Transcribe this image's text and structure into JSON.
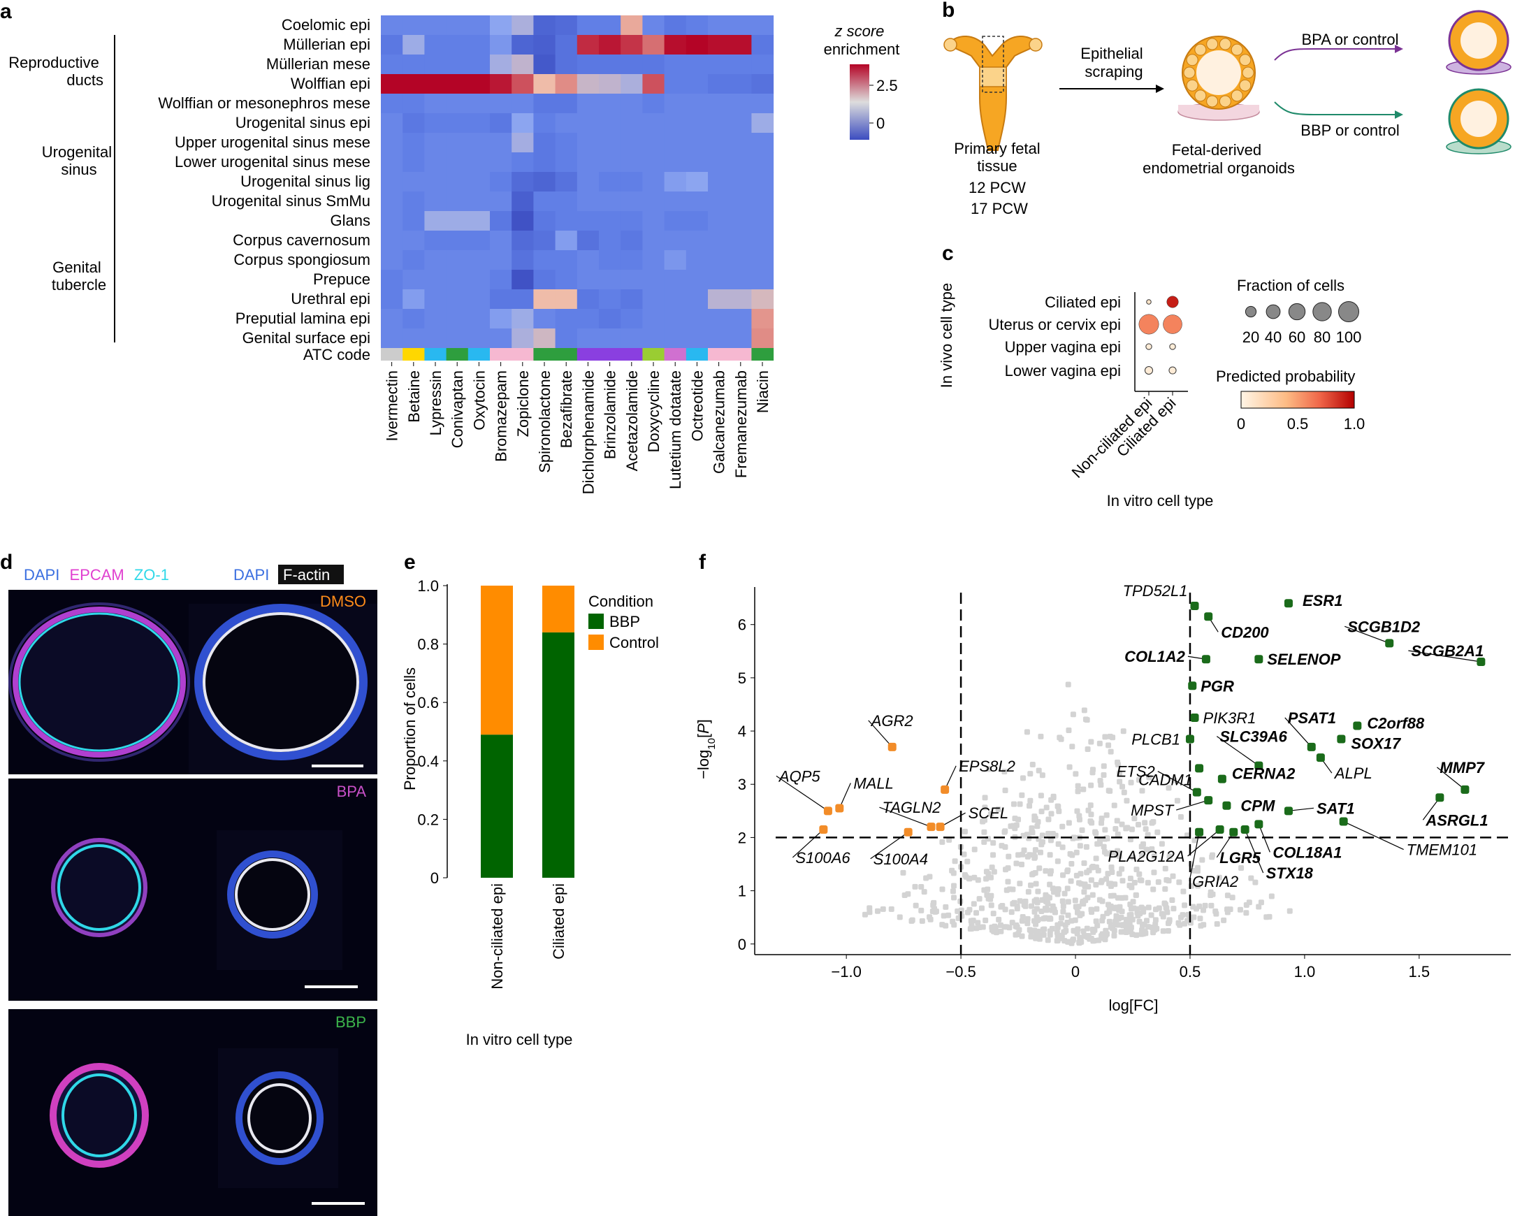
{
  "panels": {
    "a": "a",
    "b": "b",
    "c": "c",
    "d": "d",
    "e": "e",
    "f": "f"
  },
  "panel_a": {
    "rows": [
      "Coelomic epi",
      "Müllerian epi",
      "Müllerian mese",
      "Wolffian epi",
      "Wolffian or mesonephros mese",
      "Urogenital sinus epi",
      "Upper urogenital sinus mese",
      "Lower urogenital sinus mese",
      "Urogenital sinus lig",
      "Urogenital sinus SmMu",
      "Glans",
      "Corpus cavernosum",
      "Corpus spongiosum",
      "Prepuce",
      "Urethral epi",
      "Preputial lamina epi",
      "Genital surface epi"
    ],
    "atc_label": "ATC code",
    "columns": [
      "Ivermectin",
      "Betaine",
      "Lypressin",
      "Conivaptan",
      "Oxytocin",
      "Bromazepam",
      "Zopiclone",
      "Spironolactone",
      "Bezafibrate",
      "Dichlorphenamide",
      "Brinzolamide",
      "Acetazolamide",
      "Doxycycline",
      "Lutetium dotatate",
      "Octreotide",
      "Galcanezumab",
      "Fremanezumab",
      "Niacin"
    ],
    "atc_colors": [
      "#cccccc",
      "#ffd700",
      "#29b8f0",
      "#2e9e3e",
      "#29b8f0",
      "#f6b8d1",
      "#f6b8d1",
      "#2e9e3e",
      "#2e9e3e",
      "#8a3fe0",
      "#8a3fe0",
      "#8a3fe0",
      "#9acd32",
      "#d070d0",
      "#29b8f0",
      "#f6b8d1",
      "#f6b8d1",
      "#2e9e3e"
    ],
    "groups": [
      {
        "label": [
          "Reproductive",
          "ducts"
        ]
      },
      {
        "label": [
          "Urogenital",
          "sinus"
        ]
      },
      {
        "label": [
          "Genital",
          "tubercle"
        ]
      }
    ],
    "colorbar": {
      "title": [
        "z score",
        "enrichment"
      ],
      "ticks": [
        "2.5",
        "0"
      ]
    },
    "chart_data": {
      "type": "heatmap",
      "title": "",
      "xlabel": "",
      "ylabel": "",
      "x": [
        "Ivermectin",
        "Betaine",
        "Lypressin",
        "Conivaptan",
        "Oxytocin",
        "Bromazepam",
        "Zopiclone",
        "Spironolactone",
        "Bezafibrate",
        "Dichlorphenamide",
        "Brinzolamide",
        "Acetazolamide",
        "Doxycycline",
        "Lutetium dotatate",
        "Octreotide",
        "Galcanezumab",
        "Fremanezumab",
        "Niacin"
      ],
      "y": [
        "Coelomic epi",
        "Müllerian epi",
        "Müllerian mese",
        "Wolffian epi",
        "Wolffian or mesonephros mese",
        "Urogenital sinus epi",
        "Upper urogenital sinus mese",
        "Lower urogenital sinus mese",
        "Urogenital sinus lig",
        "Urogenital sinus SmMu",
        "Glans",
        "Corpus cavernosum",
        "Corpus spongiosum",
        "Prepuce",
        "Urethral epi",
        "Preputial lamina epi",
        "Genital surface epi"
      ],
      "value_range": [
        -1,
        3.5
      ],
      "values": [
        [
          -0.1,
          -0.1,
          -0.1,
          -0.1,
          -0.1,
          0.3,
          0.6,
          -0.6,
          -0.5,
          -0.2,
          -0.2,
          1.8,
          -0.1,
          -0.3,
          -0.2,
          -0.1,
          -0.1,
          -0.1
        ],
        [
          -0.3,
          0.4,
          -0.2,
          -0.2,
          -0.2,
          0.1,
          -0.6,
          -0.7,
          -0.4,
          3.1,
          3.3,
          3.0,
          2.4,
          3.4,
          3.5,
          3.4,
          3.4,
          -0.3
        ],
        [
          -0.2,
          -0.2,
          -0.2,
          -0.2,
          -0.2,
          0.5,
          0.9,
          -0.8,
          -0.4,
          -0.3,
          -0.3,
          -0.3,
          -0.3,
          -0.2,
          -0.2,
          -0.2,
          -0.2,
          -0.2
        ],
        [
          3.5,
          3.5,
          3.5,
          3.5,
          3.5,
          3.3,
          2.7,
          1.6,
          2.1,
          1.0,
          0.9,
          0.6,
          2.7,
          -0.2,
          -0.2,
          -0.3,
          -0.3,
          -0.4
        ],
        [
          -0.2,
          -0.2,
          -0.1,
          -0.1,
          -0.1,
          -0.1,
          -0.1,
          -0.3,
          -0.3,
          -0.1,
          -0.1,
          -0.1,
          -0.2,
          -0.1,
          -0.1,
          -0.1,
          -0.1,
          -0.1
        ],
        [
          -0.1,
          -0.3,
          -0.2,
          -0.2,
          -0.2,
          -0.3,
          0.3,
          -0.2,
          -0.1,
          -0.1,
          -0.1,
          -0.1,
          -0.1,
          -0.1,
          -0.1,
          -0.1,
          -0.1,
          0.4
        ],
        [
          -0.1,
          -0.2,
          -0.1,
          -0.1,
          -0.1,
          -0.1,
          0.5,
          -0.3,
          -0.2,
          -0.1,
          -0.1,
          -0.1,
          -0.1,
          -0.1,
          -0.1,
          -0.1,
          -0.1,
          -0.1
        ],
        [
          -0.1,
          -0.2,
          -0.1,
          -0.1,
          -0.1,
          -0.1,
          -0.2,
          -0.3,
          -0.2,
          -0.1,
          -0.1,
          -0.1,
          -0.1,
          -0.1,
          -0.1,
          -0.1,
          -0.1,
          -0.1
        ],
        [
          -0.1,
          -0.1,
          -0.1,
          -0.1,
          -0.1,
          -0.2,
          -0.5,
          -0.6,
          -0.4,
          -0.1,
          -0.2,
          -0.2,
          -0.1,
          0.2,
          0.3,
          -0.1,
          -0.1,
          -0.1
        ],
        [
          -0.1,
          -0.2,
          -0.1,
          -0.1,
          -0.1,
          -0.1,
          -0.7,
          -0.2,
          -0.2,
          -0.1,
          -0.1,
          -0.1,
          -0.1,
          -0.1,
          -0.1,
          -0.1,
          -0.1,
          -0.1
        ],
        [
          -0.1,
          -0.2,
          0.4,
          0.4,
          0.4,
          -0.3,
          -0.9,
          -0.3,
          -0.2,
          -0.2,
          -0.2,
          -0.2,
          -0.1,
          -0.2,
          -0.2,
          -0.1,
          -0.1,
          -0.1
        ],
        [
          -0.1,
          -0.1,
          -0.2,
          -0.2,
          -0.2,
          -0.1,
          -0.5,
          -0.4,
          0.2,
          -0.4,
          -0.2,
          -0.3,
          -0.1,
          -0.1,
          -0.1,
          -0.1,
          -0.1,
          -0.1
        ],
        [
          -0.1,
          -0.2,
          -0.1,
          -0.1,
          -0.1,
          -0.1,
          -0.4,
          -0.2,
          -0.2,
          -0.1,
          -0.2,
          -0.2,
          -0.1,
          0.1,
          -0.1,
          -0.1,
          -0.1,
          -0.1
        ],
        [
          -0.2,
          -0.1,
          -0.1,
          -0.1,
          -0.1,
          -0.2,
          -0.9,
          -0.3,
          -0.2,
          -0.1,
          -0.1,
          -0.1,
          -0.1,
          -0.1,
          -0.1,
          -0.1,
          -0.1,
          -0.1
        ],
        [
          -0.2,
          0.2,
          -0.1,
          -0.1,
          -0.1,
          -0.3,
          -0.3,
          1.6,
          1.6,
          -0.3,
          -0.2,
          -0.3,
          -0.1,
          -0.1,
          -0.1,
          0.8,
          0.8,
          1.2
        ],
        [
          -0.1,
          -0.2,
          -0.1,
          -0.1,
          -0.1,
          0.2,
          0.4,
          -0.1,
          -0.2,
          -0.2,
          -0.3,
          -0.2,
          -0.1,
          -0.1,
          -0.1,
          -0.1,
          -0.1,
          2.0
        ],
        [
          -0.1,
          -0.1,
          -0.1,
          -0.1,
          -0.1,
          -0.1,
          0.6,
          1.1,
          -0.2,
          -0.1,
          -0.1,
          -0.1,
          -0.1,
          -0.1,
          -0.1,
          -0.1,
          -0.1,
          2.1
        ]
      ]
    }
  },
  "panel_b": {
    "scraping": [
      "Epithelial",
      "scraping"
    ],
    "tissue": [
      "Primary fetal",
      "tissue"
    ],
    "pcw": [
      "12 PCW",
      "17 PCW"
    ],
    "organoids": [
      "Fetal-derived",
      "endometrial organoids"
    ],
    "bpa": "BPA or control",
    "bbp": "BBP or control",
    "colors": {
      "bpa": "#7b3294",
      "bbp": "#1f8a6a",
      "organoid": "#f5a623"
    }
  },
  "panel_c": {
    "ylabel": "In vivo cell type",
    "xlabel": "In vitro cell type",
    "rows": [
      "Ciliated epi",
      "Uterus or cervix epi",
      "Upper vagina epi",
      "Lower vagina epi"
    ],
    "cols": [
      "Non-ciliated epi",
      "Ciliated epi"
    ],
    "size_title": "Fraction of cells",
    "size_ticks": [
      "20",
      "40",
      "60",
      "80",
      "100"
    ],
    "prob_title": "Predicted probability",
    "prob_ticks": [
      "0",
      "0.5",
      "1.0"
    ],
    "chart_data": {
      "type": "dot",
      "title": "",
      "x": [
        "Non-ciliated epi",
        "Ciliated epi"
      ],
      "y": [
        "Ciliated epi",
        "Uterus or cervix epi",
        "Upper vagina epi",
        "Lower vagina epi"
      ],
      "fraction": [
        [
          1,
          25
        ],
        [
          95,
          85
        ],
        [
          3,
          3
        ],
        [
          8,
          6
        ]
      ],
      "probability": [
        [
          0.1,
          0.9
        ],
        [
          0.55,
          0.55
        ],
        [
          0.05,
          0.05
        ],
        [
          0.05,
          0.05
        ]
      ]
    }
  },
  "panel_d": {
    "labels_left": [
      {
        "text": "DAPI",
        "color": "#3b6fe0"
      },
      {
        "text": "EPCAM",
        "color": "#e040d0"
      },
      {
        "text": "ZO-1",
        "color": "#30d8e8"
      }
    ],
    "label_dapi": "DAPI",
    "label_factin": "F-actin",
    "conditions": [
      {
        "label": "DMSO",
        "color": "#ff8c1a"
      },
      {
        "label": "BPA",
        "color": "#c850c8"
      },
      {
        "label": "BBP",
        "color": "#3cb44b"
      }
    ]
  },
  "panel_e": {
    "legend_title": "Condition",
    "chart_data": {
      "type": "bar",
      "title": "",
      "categories": [
        "Non-ciliated epi",
        "Ciliated epi"
      ],
      "series": [
        {
          "name": "BBP",
          "color": "#006400",
          "values": [
            0.49,
            0.84
          ]
        },
        {
          "name": "Control",
          "color": "#ff8c00",
          "values": [
            0.51,
            0.16
          ]
        }
      ],
      "xlabel": "In vitro cell type",
      "ylabel": "Proportion of cells",
      "ylim": [
        0,
        1.0
      ],
      "yticks": [
        "0",
        "0.2",
        "0.4",
        "0.6",
        "0.8",
        "1.0"
      ]
    }
  },
  "panel_f": {
    "chart_data": {
      "type": "scatter",
      "title": "",
      "xlabel": "log[FC]",
      "ylabel": "-log10[P]",
      "xlim": [
        -1.4,
        1.9
      ],
      "ylim": [
        -0.2,
        6.6
      ],
      "xticks": [
        "−1.0",
        "−0.5",
        "0",
        "0.5",
        "1.0",
        "1.5"
      ],
      "yticks": [
        "0",
        "1",
        "2",
        "3",
        "4",
        "5",
        "6"
      ],
      "thresholds": {
        "x": [
          -0.5,
          0.5
        ],
        "y": 2
      },
      "up_color": "#1a6b1a",
      "down_color": "#f28c28",
      "bg_color": "#d3d3d3",
      "labeled": [
        {
          "gene": "ESR1",
          "x": 0.93,
          "y": 6.4,
          "dir": "up",
          "bold": true
        },
        {
          "gene": "CD200",
          "x": 0.58,
          "y": 6.15,
          "dir": "up",
          "bold": true
        },
        {
          "gene": "SCGB1D2",
          "x": 1.37,
          "y": 5.65,
          "dir": "up",
          "bold": true
        },
        {
          "gene": "SCGB2A1",
          "x": 1.77,
          "y": 5.3,
          "dir": "up",
          "bold": true
        },
        {
          "gene": "COL1A2",
          "x": 0.57,
          "y": 5.35,
          "dir": "up",
          "bold": true
        },
        {
          "gene": "SELENOP",
          "x": 0.8,
          "y": 5.35,
          "dir": "up",
          "bold": true
        },
        {
          "gene": "TPD52L1",
          "x": 0.52,
          "y": 6.35,
          "dir": "up",
          "bold": false
        },
        {
          "gene": "PGR",
          "x": 0.51,
          "y": 4.85,
          "dir": "up",
          "bold": true
        },
        {
          "gene": "PIK3R1",
          "x": 0.52,
          "y": 4.25,
          "dir": "up",
          "bold": false
        },
        {
          "gene": "PSAT1",
          "x": 1.03,
          "y": 3.7,
          "dir": "up",
          "bold": true
        },
        {
          "gene": "C2orf88",
          "x": 1.23,
          "y": 4.1,
          "dir": "up",
          "bold": true
        },
        {
          "gene": "SOX17",
          "x": 1.16,
          "y": 3.85,
          "dir": "up",
          "bold": true
        },
        {
          "gene": "PLCB1",
          "x": 0.5,
          "y": 3.85,
          "dir": "up",
          "bold": false
        },
        {
          "gene": "SLC39A6",
          "x": 0.8,
          "y": 3.35,
          "dir": "up",
          "bold": true
        },
        {
          "gene": "CADM1",
          "x": 0.54,
          "y": 3.3,
          "dir": "up",
          "bold": false
        },
        {
          "gene": "ALPL",
          "x": 1.07,
          "y": 3.5,
          "dir": "up",
          "bold": false
        },
        {
          "gene": "MMP7",
          "x": 1.7,
          "y": 2.9,
          "dir": "up",
          "bold": true
        },
        {
          "gene": "CERNA2",
          "x": 0.64,
          "y": 3.1,
          "dir": "up",
          "bold": true
        },
        {
          "gene": "ETS2",
          "x": 0.53,
          "y": 2.85,
          "dir": "up",
          "bold": false
        },
        {
          "gene": "MPST",
          "x": 0.58,
          "y": 2.7,
          "dir": "up",
          "bold": false
        },
        {
          "gene": "CPM",
          "x": 0.66,
          "y": 2.6,
          "dir": "up",
          "bold": true
        },
        {
          "gene": "SAT1",
          "x": 0.93,
          "y": 2.5,
          "dir": "up",
          "bold": true
        },
        {
          "gene": "ASRGL1",
          "x": 1.59,
          "y": 2.75,
          "dir": "up",
          "bold": true
        },
        {
          "gene": "TMEM101",
          "x": 1.17,
          "y": 2.3,
          "dir": "up",
          "bold": false
        },
        {
          "gene": "COL18A1",
          "x": 0.8,
          "y": 2.25,
          "dir": "up",
          "bold": true
        },
        {
          "gene": "STX18",
          "x": 0.74,
          "y": 2.15,
          "dir": "up",
          "bold": true
        },
        {
          "gene": "LGR5",
          "x": 0.69,
          "y": 2.1,
          "dir": "up",
          "bold": true
        },
        {
          "gene": "PLA2G12A",
          "x": 0.63,
          "y": 2.15,
          "dir": "up",
          "bold": false
        },
        {
          "gene": "GRIA2",
          "x": 0.54,
          "y": 2.1,
          "dir": "up",
          "bold": false
        },
        {
          "gene": "AGR2",
          "x": -0.8,
          "y": 3.7,
          "dir": "down",
          "bold": false
        },
        {
          "gene": "AQP5",
          "x": -1.08,
          "y": 2.5,
          "dir": "down",
          "bold": false
        },
        {
          "gene": "MALL",
          "x": -1.03,
          "y": 2.55,
          "dir": "down",
          "bold": false
        },
        {
          "gene": "EPS8L2",
          "x": -0.57,
          "y": 2.9,
          "dir": "down",
          "bold": false
        },
        {
          "gene": "TAGLN2",
          "x": -0.63,
          "y": 2.2,
          "dir": "down",
          "bold": false
        },
        {
          "gene": "SCEL",
          "x": -0.59,
          "y": 2.2,
          "dir": "down",
          "bold": false
        },
        {
          "gene": "S100A4",
          "x": -0.73,
          "y": 2.1,
          "dir": "down",
          "bold": false
        },
        {
          "gene": "S100A6",
          "x": -1.1,
          "y": 2.15,
          "dir": "down",
          "bold": false
        }
      ]
    }
  }
}
